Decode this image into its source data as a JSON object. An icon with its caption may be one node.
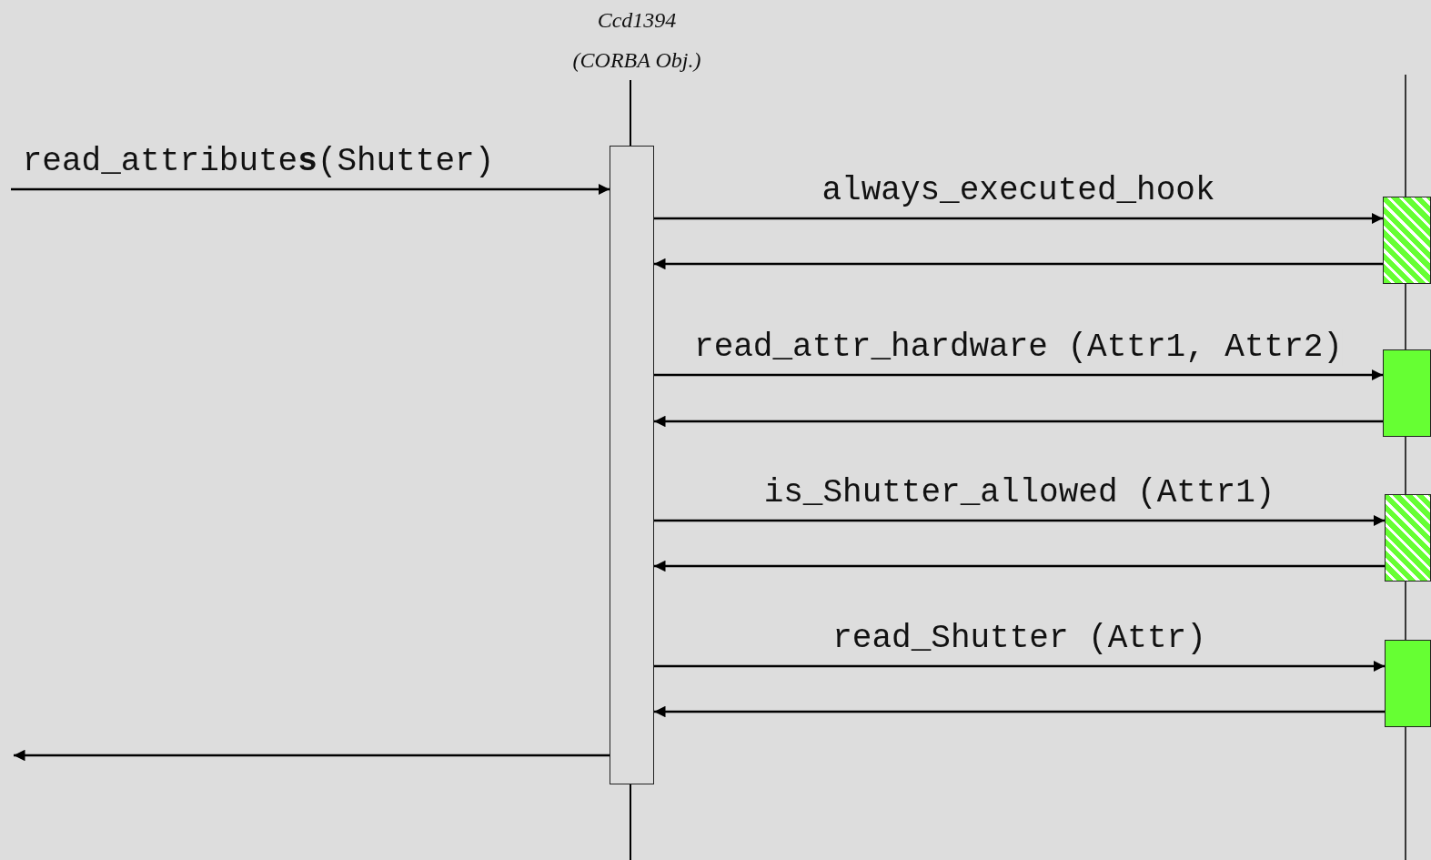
{
  "diagram": {
    "nodes": [
      {
        "text": [
          "Ccd1394 (CORBA Obj.)"
        ]
      },
      {
        "text": [],
        "shape": "bar",
        "in": 0
      },
      {
        "text": [],
        "shape": "box"
      },
      {
        "text": [],
        "shape": "box"
      },
      {
        "text": [],
        "shape": "box"
      },
      {
        "text": [],
        "shape": "box"
      }
    ],
    "edges": [
      {
        "from": null,
        "to": 1,
        "arrow": "to",
        "label": "read_attribute**s**(Shutter)"
      },
      {
        "from": 1,
        "to": 2,
        "arrow": "to",
        "label": "always_executed_hook"
      },
      {
        "from": 2,
        "to": 1,
        "arrow": "to"
      },
      {
        "from": 1,
        "to": 3,
        "arrow": "to",
        "label": "read_attr_hardware (Attr1, Attr2)"
      },
      {
        "from": 3,
        "to": 1,
        "arrow": "to"
      },
      {
        "from": 1,
        "to": 4,
        "arrow": "to",
        "label": "is_Shutter_allowed (Attr1)"
      },
      {
        "from": 4,
        "to": 1,
        "arrow": "to"
      },
      {
        "from": 1,
        "to": 5,
        "arrow": "to",
        "label": "read_Shutter (Attr)"
      },
      {
        "from": 5,
        "to": 1,
        "arrow": "to"
      },
      {
        "from": 1,
        "to": null,
        "arrow": "to"
      }
    ]
  }
}
